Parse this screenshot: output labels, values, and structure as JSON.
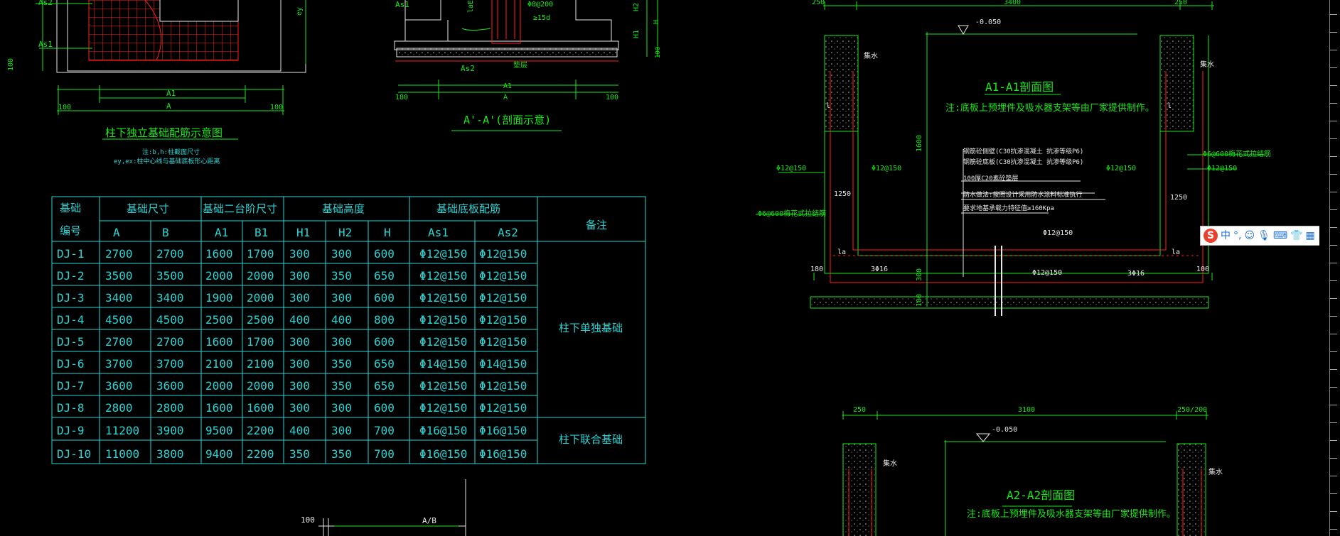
{
  "colors": {
    "green": "#18e818",
    "cyan": "#2ad4d4",
    "red": "#ff2020",
    "white": "#e8e8e8",
    "yellow": "#e8e800",
    "bg": "#000000"
  },
  "top_left": {
    "labels": {
      "as2": "As2",
      "as1": "As1",
      "ey": "ey",
      "dim100a": "100",
      "a1": "A1",
      "a": "A",
      "dim100b": "100",
      "dim100c": "100"
    },
    "title": "柱下独立基础配筋示意图",
    "note1": "注:b,h:柱截面尺寸",
    "note2": "ey,ex:柱中心线与基础底板形心距离"
  },
  "top_mid": {
    "labels": {
      "as1": "As1",
      "lae": "laE",
      "rebar": "Φ8@200",
      "r15d": "≥15d",
      "h2": "H2",
      "h": "H",
      "h1": "H1",
      "as2": "As2",
      "mat": "垫层",
      "dim180a": "180",
      "a1": "A1",
      "a": "A",
      "dim100": "100",
      "dim100v": "100"
    },
    "title": "A'-A'(剖面示意)"
  },
  "table": {
    "headers": {
      "code": "基础编号",
      "code1": "基础",
      "code2": "编号",
      "size": "基础尺寸",
      "a": "A",
      "b": "B",
      "step": "基础二台阶尺寸",
      "a1": "A1",
      "b1": "B1",
      "height": "基础高度",
      "h1": "H1",
      "h2": "H2",
      "h": "H",
      "rebar": "基础底板配筋",
      "as1": "As1",
      "as2": "As2",
      "remark": "备注"
    },
    "rows": [
      [
        "DJ-1",
        "2700",
        "2700",
        "1600",
        "1700",
        "300",
        "300",
        "600",
        "Φ12@150",
        "Φ12@150"
      ],
      [
        "DJ-2",
        "3500",
        "3500",
        "2000",
        "2000",
        "300",
        "350",
        "650",
        "Φ12@150",
        "Φ12@150"
      ],
      [
        "DJ-3",
        "3400",
        "3400",
        "1900",
        "2000",
        "300",
        "300",
        "600",
        "Φ12@150",
        "Φ12@150"
      ],
      [
        "DJ-4",
        "4500",
        "4500",
        "2500",
        "2500",
        "400",
        "400",
        "800",
        "Φ12@150",
        "Φ12@150"
      ],
      [
        "DJ-5",
        "2700",
        "2700",
        "1600",
        "1700",
        "300",
        "300",
        "600",
        "Φ12@150",
        "Φ12@150"
      ],
      [
        "DJ-6",
        "3700",
        "3700",
        "2100",
        "2100",
        "300",
        "350",
        "650",
        "Φ14@150",
        "Φ14@150"
      ],
      [
        "DJ-7",
        "3600",
        "3600",
        "2000",
        "2000",
        "300",
        "350",
        "650",
        "Φ12@150",
        "Φ12@150"
      ],
      [
        "DJ-8",
        "2800",
        "2800",
        "1600",
        "1600",
        "300",
        "300",
        "600",
        "Φ12@150",
        "Φ12@150"
      ],
      [
        "DJ-9",
        "11200",
        "3900",
        "9500",
        "2200",
        "400",
        "300",
        "700",
        "Φ16@150",
        "Φ16@150"
      ],
      [
        "DJ-10",
        "11000",
        "3800",
        "9400",
        "2200",
        "350",
        "350",
        "700",
        "Φ16@150",
        "Φ16@150"
      ]
    ],
    "remark_single": "柱下单独基础",
    "remark_combined": "柱下联合基础"
  },
  "a1_section": {
    "dims": {
      "d250l": "250",
      "d3400": "3400",
      "d250r": "250",
      "elev": "-0.050",
      "d1600": "1600",
      "d1250l": "1250",
      "d1250r": "1250",
      "d180": "180",
      "d100r": "100",
      "d300": "300",
      "d100b": "100"
    },
    "title": "A1-A1剖面图",
    "note": "注:底板上预埋件及吸水器支架等由厂家提供制作。",
    "labels": {
      "scupper1": "集水",
      "scupper2": "集水",
      "l1": "l",
      "l2": "l",
      "la1": "la",
      "la2": "la",
      "r12a": "Φ12@150",
      "r12b": "Φ12@150",
      "r12c": "Φ12@150",
      "r12d": "Φ12@150",
      "r12e": "Φ12@150",
      "r12f": "Φ12@150",
      "r6a": "Φ6@600梅花式拉结筋",
      "r6b": "Φ6@600梅花式拉结筋",
      "r16a": "3Φ16",
      "r16b": "3Φ16"
    },
    "notes": [
      "钢筋砼侧壁(C30抗渗混凝土 抗渗等级P6)",
      "钢筋砼底板(C30抗渗混凝土 抗渗等级P6)",
      "100厚C20素砼垫层",
      "防水做法:按照设计采用防水涂料标准执行",
      "要求地基承载力特征值≥160Kpa"
    ]
  },
  "a2_section": {
    "dims": {
      "d250": "250",
      "d3100": "3100",
      "d250_200": "250/200",
      "elev": "-0.050"
    },
    "title": "A2-A2剖面图",
    "note": "注:底板上预埋件及吸水器支架等由厂家提供制作。",
    "labels": {
      "scupper1": "集水",
      "scupper2": "集水"
    }
  },
  "bottom_mid": {
    "dim100": "100",
    "ab": "A/B"
  },
  "ime": {
    "logo": "S",
    "lang": "中",
    "punct": "°,",
    "emoji": "☺",
    "mic": "🎙",
    "kbd": "⌨",
    "skin": "👕",
    "grid": "▦"
  }
}
